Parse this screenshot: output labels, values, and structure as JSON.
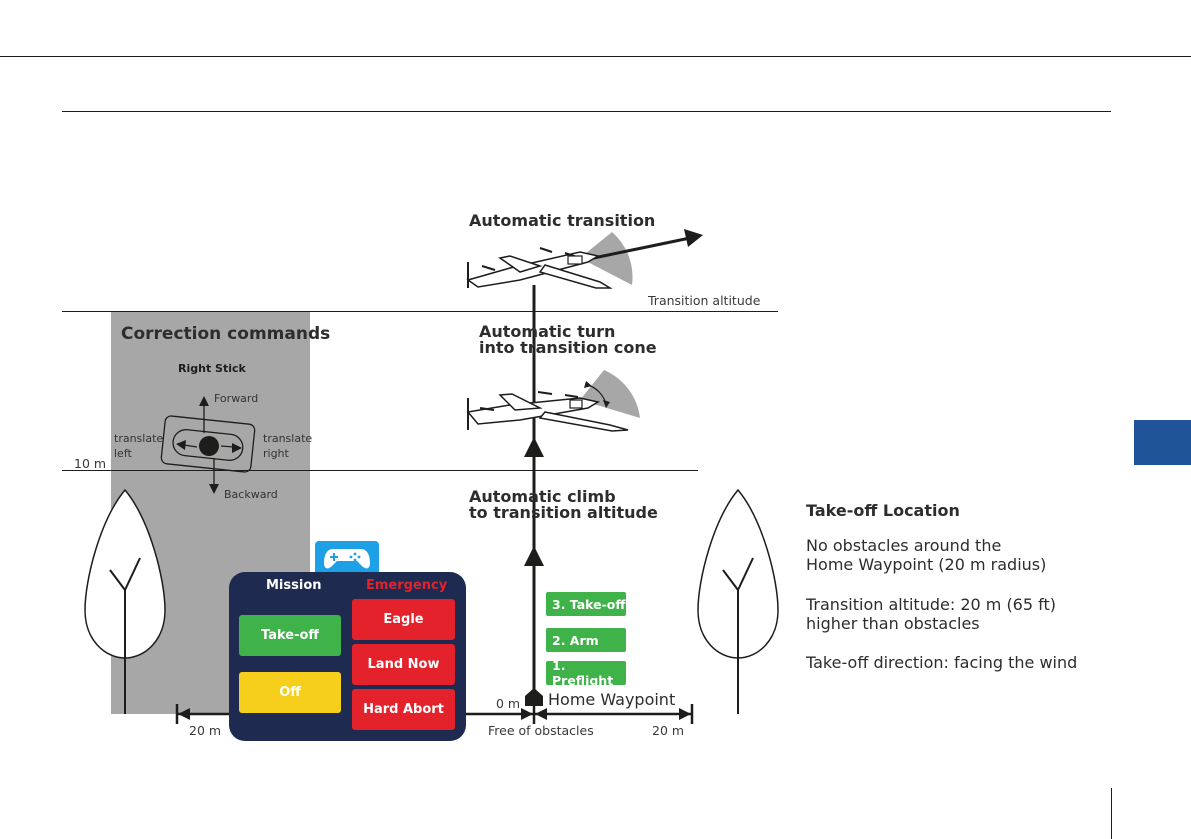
{
  "labels": {
    "automatic_transition": "Automatic transition",
    "transition_altitude": "Transition altitude",
    "automatic_turn_line1": "Automatic turn",
    "automatic_turn_line2": "into transition cone",
    "automatic_climb_line1": "Automatic climb",
    "automatic_climb_line2": "to transition altitude",
    "ten_m": "10 m",
    "zero_m": "0 m",
    "home_waypoint": "Home Waypoint",
    "left_20m": "20 m",
    "right_20m": "20 m",
    "free_of_obstacles": "Free of obstacles"
  },
  "correction": {
    "title": "Correction commands",
    "stick": "Right Stick",
    "forward": "Forward",
    "backward": "Backward",
    "left_line1": "translate",
    "left_line2": "left",
    "right_line1": "translate",
    "right_line2": "right"
  },
  "panel": {
    "mission_header": "Mission",
    "emergency_header": "Emergency",
    "takeoff": "Take-off",
    "off": "Off",
    "eagle": "Eagle",
    "land_now": "Land Now",
    "hard_abort": "Hard Abort"
  },
  "steps": {
    "s3": "3. Take-off",
    "s2": "2. Arm",
    "s1": "1. Preflight"
  },
  "info": {
    "title": "Take-off Location",
    "p1_line1": "No obstacles around the",
    "p1_line2": "Home Waypoint (20 m radius)",
    "p2_line1": "Transition altitude: 20 m (65 ft)",
    "p2_line2": "higher than obstacles",
    "p3": "Take-off direction: facing the wind"
  },
  "colors": {
    "accent_blue": "#1f5598",
    "green": "#3fb24a",
    "red": "#e3222b",
    "yellow": "#f6cf1c",
    "panel_navy": "#1e2a4f",
    "gray_area": "#a8a7a7",
    "gamepad_blue": "#1ea0e6"
  },
  "icons": [
    "gamepad-icon",
    "home-icon",
    "tree-icon",
    "drone-icon",
    "stick-icon"
  ]
}
